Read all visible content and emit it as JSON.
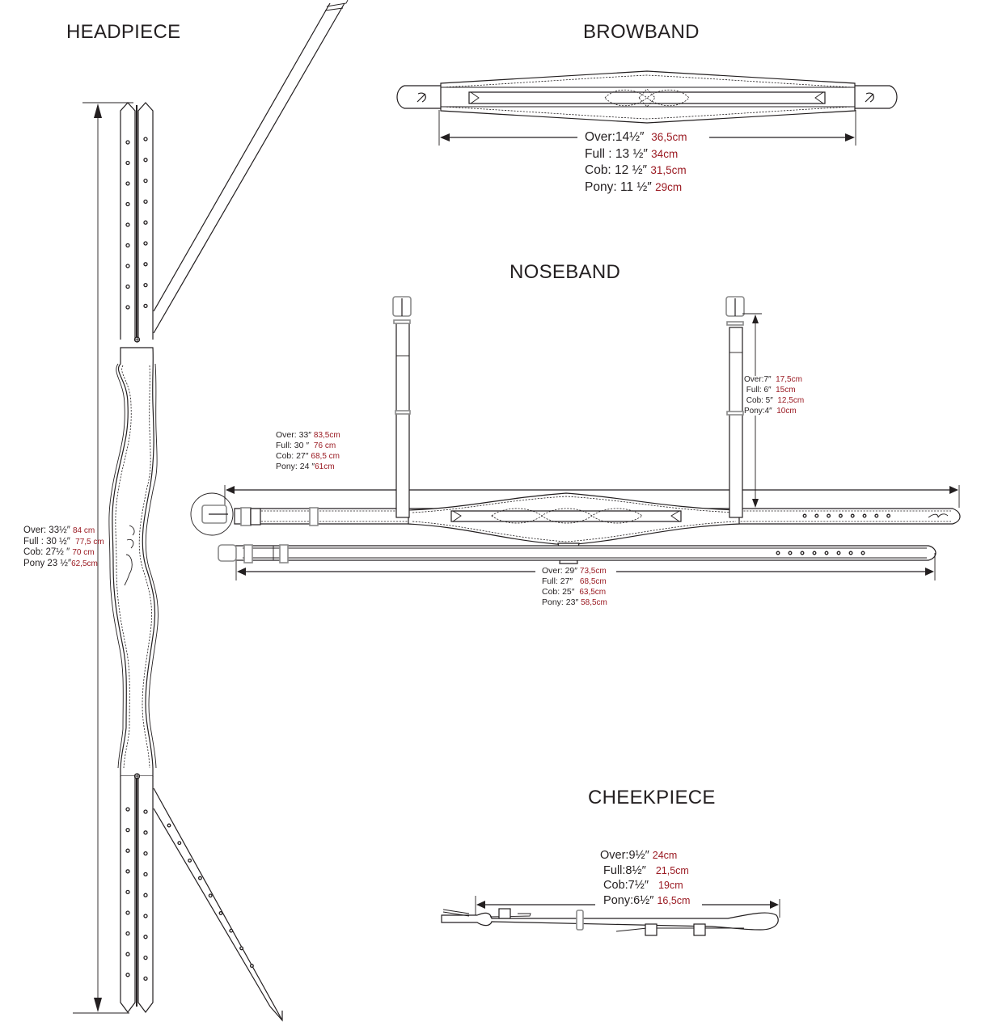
{
  "sections": {
    "headpiece": {
      "title": "HEADPIECE",
      "sizes": [
        {
          "size": "Over: 33½″",
          "metric": "84 cm"
        },
        {
          "size": "Full : 30 ½″",
          "metric": "77,5 cm"
        },
        {
          "size": "Cob: 27½ ″",
          "metric": "70 cm"
        },
        {
          "size": "Pony 23 ½″",
          "metric": "62,5cm"
        }
      ]
    },
    "browband": {
      "title": "BROWBAND",
      "sizes": [
        {
          "size": "Over:14½″",
          "metric": "36,5cm"
        },
        {
          "size": "Full : 13 ½″",
          "metric": "34cm"
        },
        {
          "size": "Cob: 12 ½″",
          "metric": "31,5cm"
        },
        {
          "size": "Pony: 11 ½″",
          "metric": "29cm"
        }
      ]
    },
    "noseband": {
      "title": "NOSEBAND",
      "main_strap": [
        {
          "size": "Over: 33″",
          "metric": "83,5cm"
        },
        {
          "size": "Full: 30 ″",
          "metric": "76 cm"
        },
        {
          "size": "Cob: 27″",
          "metric": "68,5 cm"
        },
        {
          "size": "Pony: 24 ″",
          "metric": "61cm"
        }
      ],
      "side_strap": [
        {
          "size": "Over:7″",
          "metric": "17,5cm"
        },
        {
          "size": "Full: 6″",
          "metric": "15cm"
        },
        {
          "size": "Cob: 5″",
          "metric": "12,5cm"
        },
        {
          "size": "Pony:4″",
          "metric": "10cm"
        }
      ],
      "flash_strap": [
        {
          "size": "Over: 29″",
          "metric": "73,5cm"
        },
        {
          "size": "Full: 27″",
          "metric": "68,5cm"
        },
        {
          "size": "Cob: 25″",
          "metric": "63,5cm"
        },
        {
          "size": "Pony: 23″",
          "metric": "58,5cm"
        }
      ]
    },
    "cheekpiece": {
      "title": "CHEEKPIECE",
      "sizes": [
        {
          "size": "Over:9½″",
          "metric": "24cm"
        },
        {
          "size": "Full:8½″",
          "metric": "21,5cm"
        },
        {
          "size": "Cob:7½″",
          "metric": "19cm"
        },
        {
          "size": "Pony:6½″",
          "metric": "16,5cm"
        }
      ]
    }
  },
  "colors": {
    "line": "#231f20",
    "metric_text": "#9b1b23"
  }
}
